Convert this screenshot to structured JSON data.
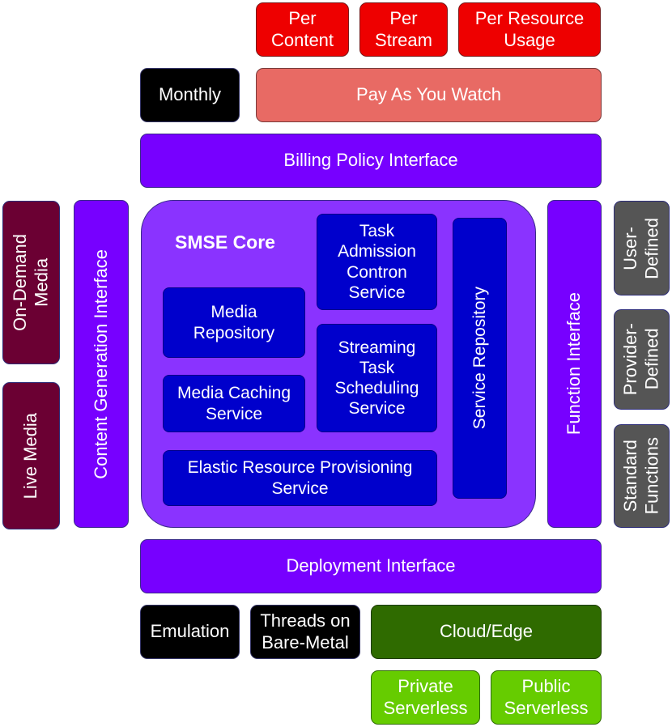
{
  "billing_models": {
    "per_content": "Per\nContent",
    "per_stream": "Per\nStream",
    "per_resource_usage": "Per Resource\nUsage",
    "monthly": "Monthly",
    "pay_as_you_watch": "Pay As You Watch"
  },
  "interfaces": {
    "billing_policy": "Billing Policy Interface",
    "content_generation": "Content Generation Interface",
    "function": "Function Interface",
    "deployment": "Deployment Interface"
  },
  "core": {
    "title": "SMSE Core",
    "task_admission": "Task\nAdmission\nContron\nService",
    "media_repository": "Media\nRepository",
    "streaming_task_scheduling": "Streaming\nTask\nScheduling\nService",
    "media_caching": "Media Caching\nService",
    "elastic_resource_provisioning": "Elastic Resource Provisioning\nService",
    "service_repository": "Service Repository"
  },
  "media_sources": {
    "on_demand": "On-Demand\nMedia",
    "live": "Live Media"
  },
  "function_types": {
    "user_defined": "User-\nDefined",
    "provider_defined": "Provider-\nDefined",
    "standard": "Standard\nFunctions"
  },
  "deployment_targets": {
    "emulation": "Emulation",
    "threads": "Threads on\nBare-Metal",
    "cloud_edge": "Cloud/Edge",
    "private_serverless": "Private\nServerless",
    "public_serverless": "Public\nServerless"
  },
  "colors": {
    "billing_option": "#ee0000",
    "pay_as_you_watch": "#e86a64",
    "interface": "#7700ff",
    "core": "#8a33ff",
    "core_service": "#0000cc",
    "media_source": "#6b0033",
    "function_type": "#555555",
    "cloud_edge": "#2f6b00",
    "serverless": "#66cc00"
  }
}
